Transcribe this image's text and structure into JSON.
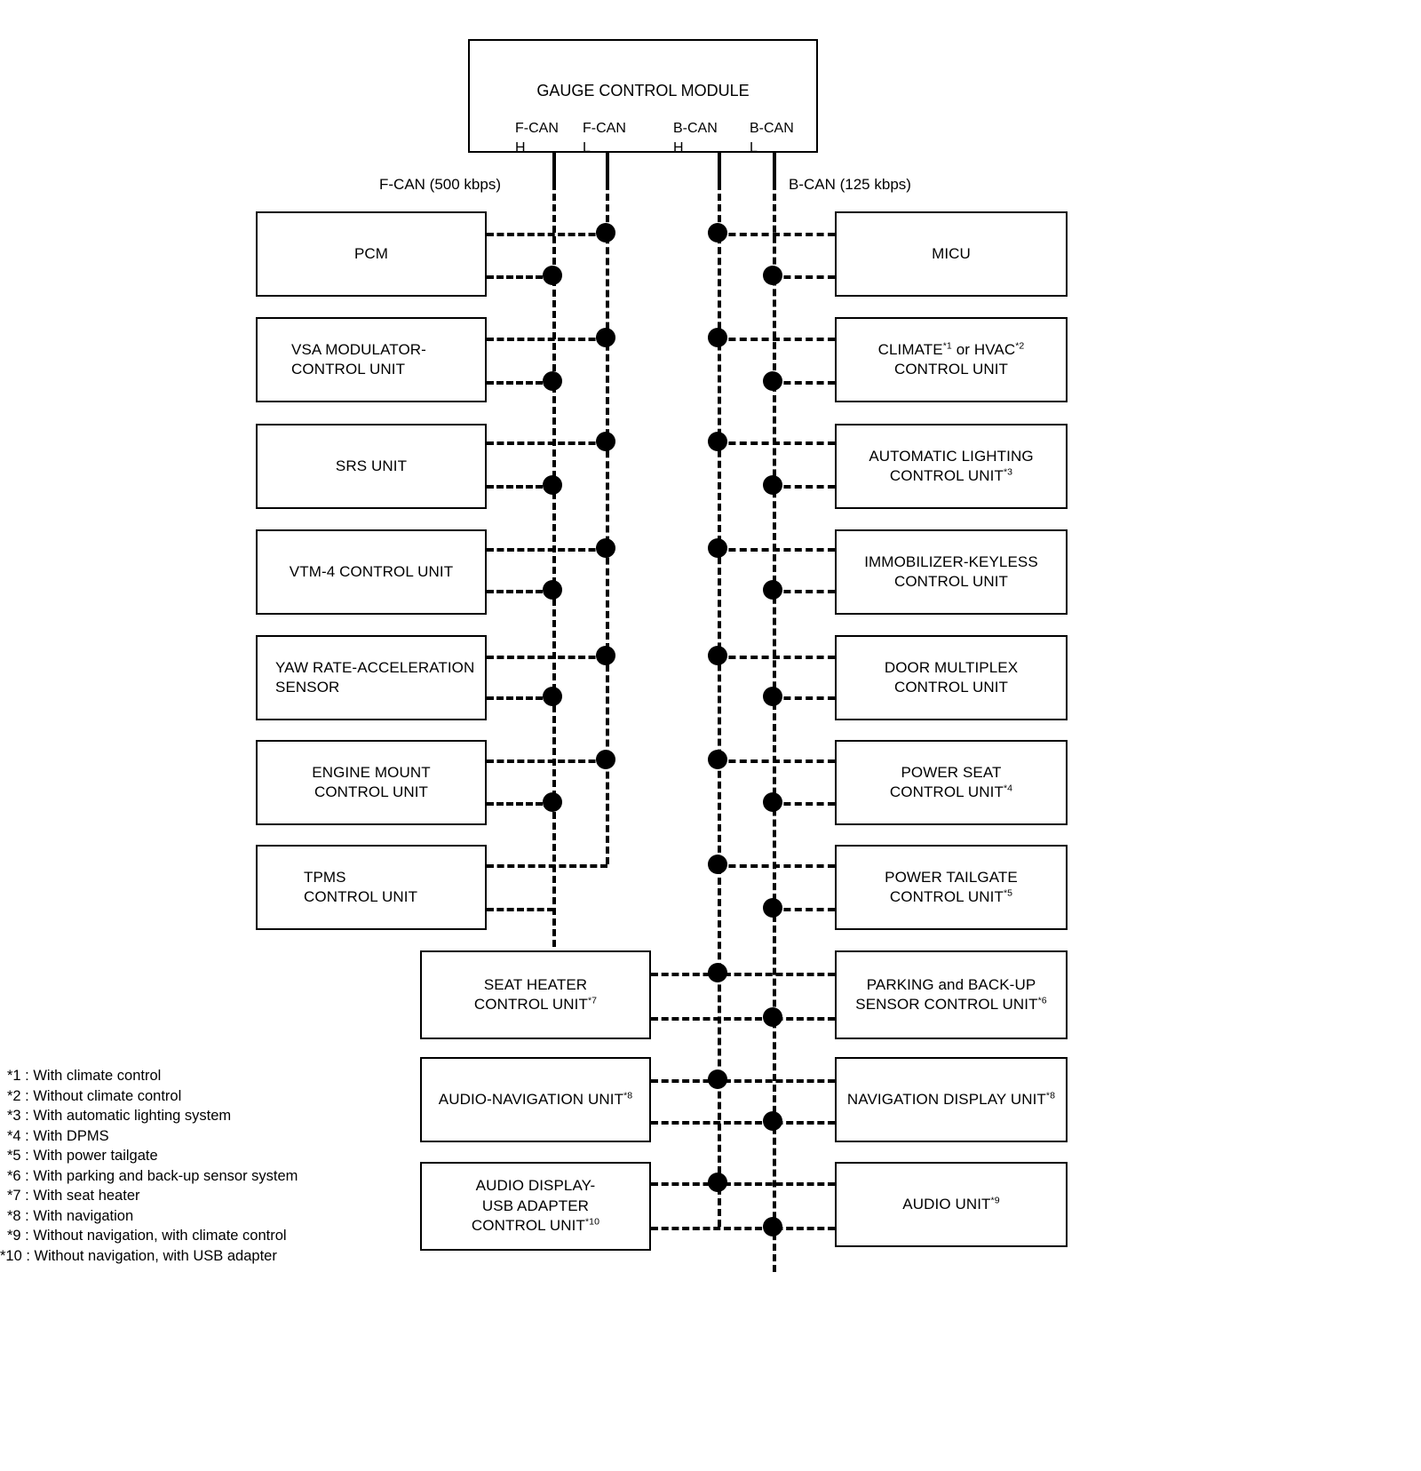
{
  "diagram": {
    "title": "GAUGE CONTROL MODULE",
    "gauge_ports": [
      {
        "name": "F-CAN H",
        "line1": "F-CAN",
        "line2": "H"
      },
      {
        "name": "F-CAN L",
        "line1": "F-CAN",
        "line2": "L"
      },
      {
        "name": "B-CAN H",
        "line1": "B-CAN",
        "line2": "H"
      },
      {
        "name": "B-CAN L",
        "line1": "B-CAN",
        "line2": "L"
      }
    ],
    "bus_captions": {
      "fcan": "F-CAN (500 kbps)",
      "bcan": "B-CAN (125 kbps)"
    },
    "left_modules": [
      {
        "id": "pcm",
        "label": "PCM"
      },
      {
        "id": "vsa",
        "label": "VSA MODULATOR-\nCONTROL UNIT"
      },
      {
        "id": "srs",
        "label": "SRS UNIT"
      },
      {
        "id": "vtm4",
        "label": "VTM-4 CONTROL UNIT"
      },
      {
        "id": "yaw",
        "label": "YAW RATE-ACCELERATION\nSENSOR"
      },
      {
        "id": "engine-mount",
        "label": "ENGINE MOUNT\nCONTROL UNIT"
      },
      {
        "id": "tpms",
        "label": "TPMS\n   CONTROL UNIT"
      }
    ],
    "right_modules": [
      {
        "id": "micu",
        "label": "MICU"
      },
      {
        "id": "climate",
        "label": "CLIMATE*1 or HVAC*2\nCONTROL UNIT"
      },
      {
        "id": "auto-lighting",
        "label": "AUTOMATIC LIGHTING\nCONTROL UNIT*3"
      },
      {
        "id": "immobilizer",
        "label": "IMMOBILIZER-KEYLESS\nCONTROL UNIT"
      },
      {
        "id": "door-multiplex",
        "label": "DOOR MULTIPLEX\nCONTROL UNIT"
      },
      {
        "id": "power-seat",
        "label": "POWER SEAT\nCONTROL UNIT*4"
      },
      {
        "id": "power-tailgate",
        "label": "POWER TAILGATE\nCONTROL UNIT*5"
      },
      {
        "id": "parking-sensor",
        "label": "PARKING and BACK-UP\nSENSOR CONTROL UNIT*6"
      },
      {
        "id": "nav-display",
        "label": "NAVIGATION DISPLAY UNIT*8"
      },
      {
        "id": "audio-unit",
        "label": "AUDIO UNIT*9"
      }
    ],
    "center_modules": [
      {
        "id": "seat-heater",
        "label": "SEAT HEATER\nCONTROL UNIT*7"
      },
      {
        "id": "audio-nav",
        "label": "AUDIO-NAVIGATION UNIT*8"
      },
      {
        "id": "audio-display",
        "label": "AUDIO DISPLAY-\nUSB ADAPTER\nCONTROL UNIT*10"
      }
    ],
    "footnotes": [
      "*1 : With climate control",
      "*2 : Without climate control",
      "*3 : With automatic lighting system",
      "*4 : With DPMS",
      "*5 : With power tailgate",
      "*6 : With parking and back-up sensor system",
      "*7 : With seat heater",
      "*8 : With navigation",
      "*9 : Without navigation, with climate control",
      "*10 : Without navigation, with USB adapter"
    ]
  },
  "colors": {
    "line": "#000000",
    "background": "#ffffff"
  }
}
